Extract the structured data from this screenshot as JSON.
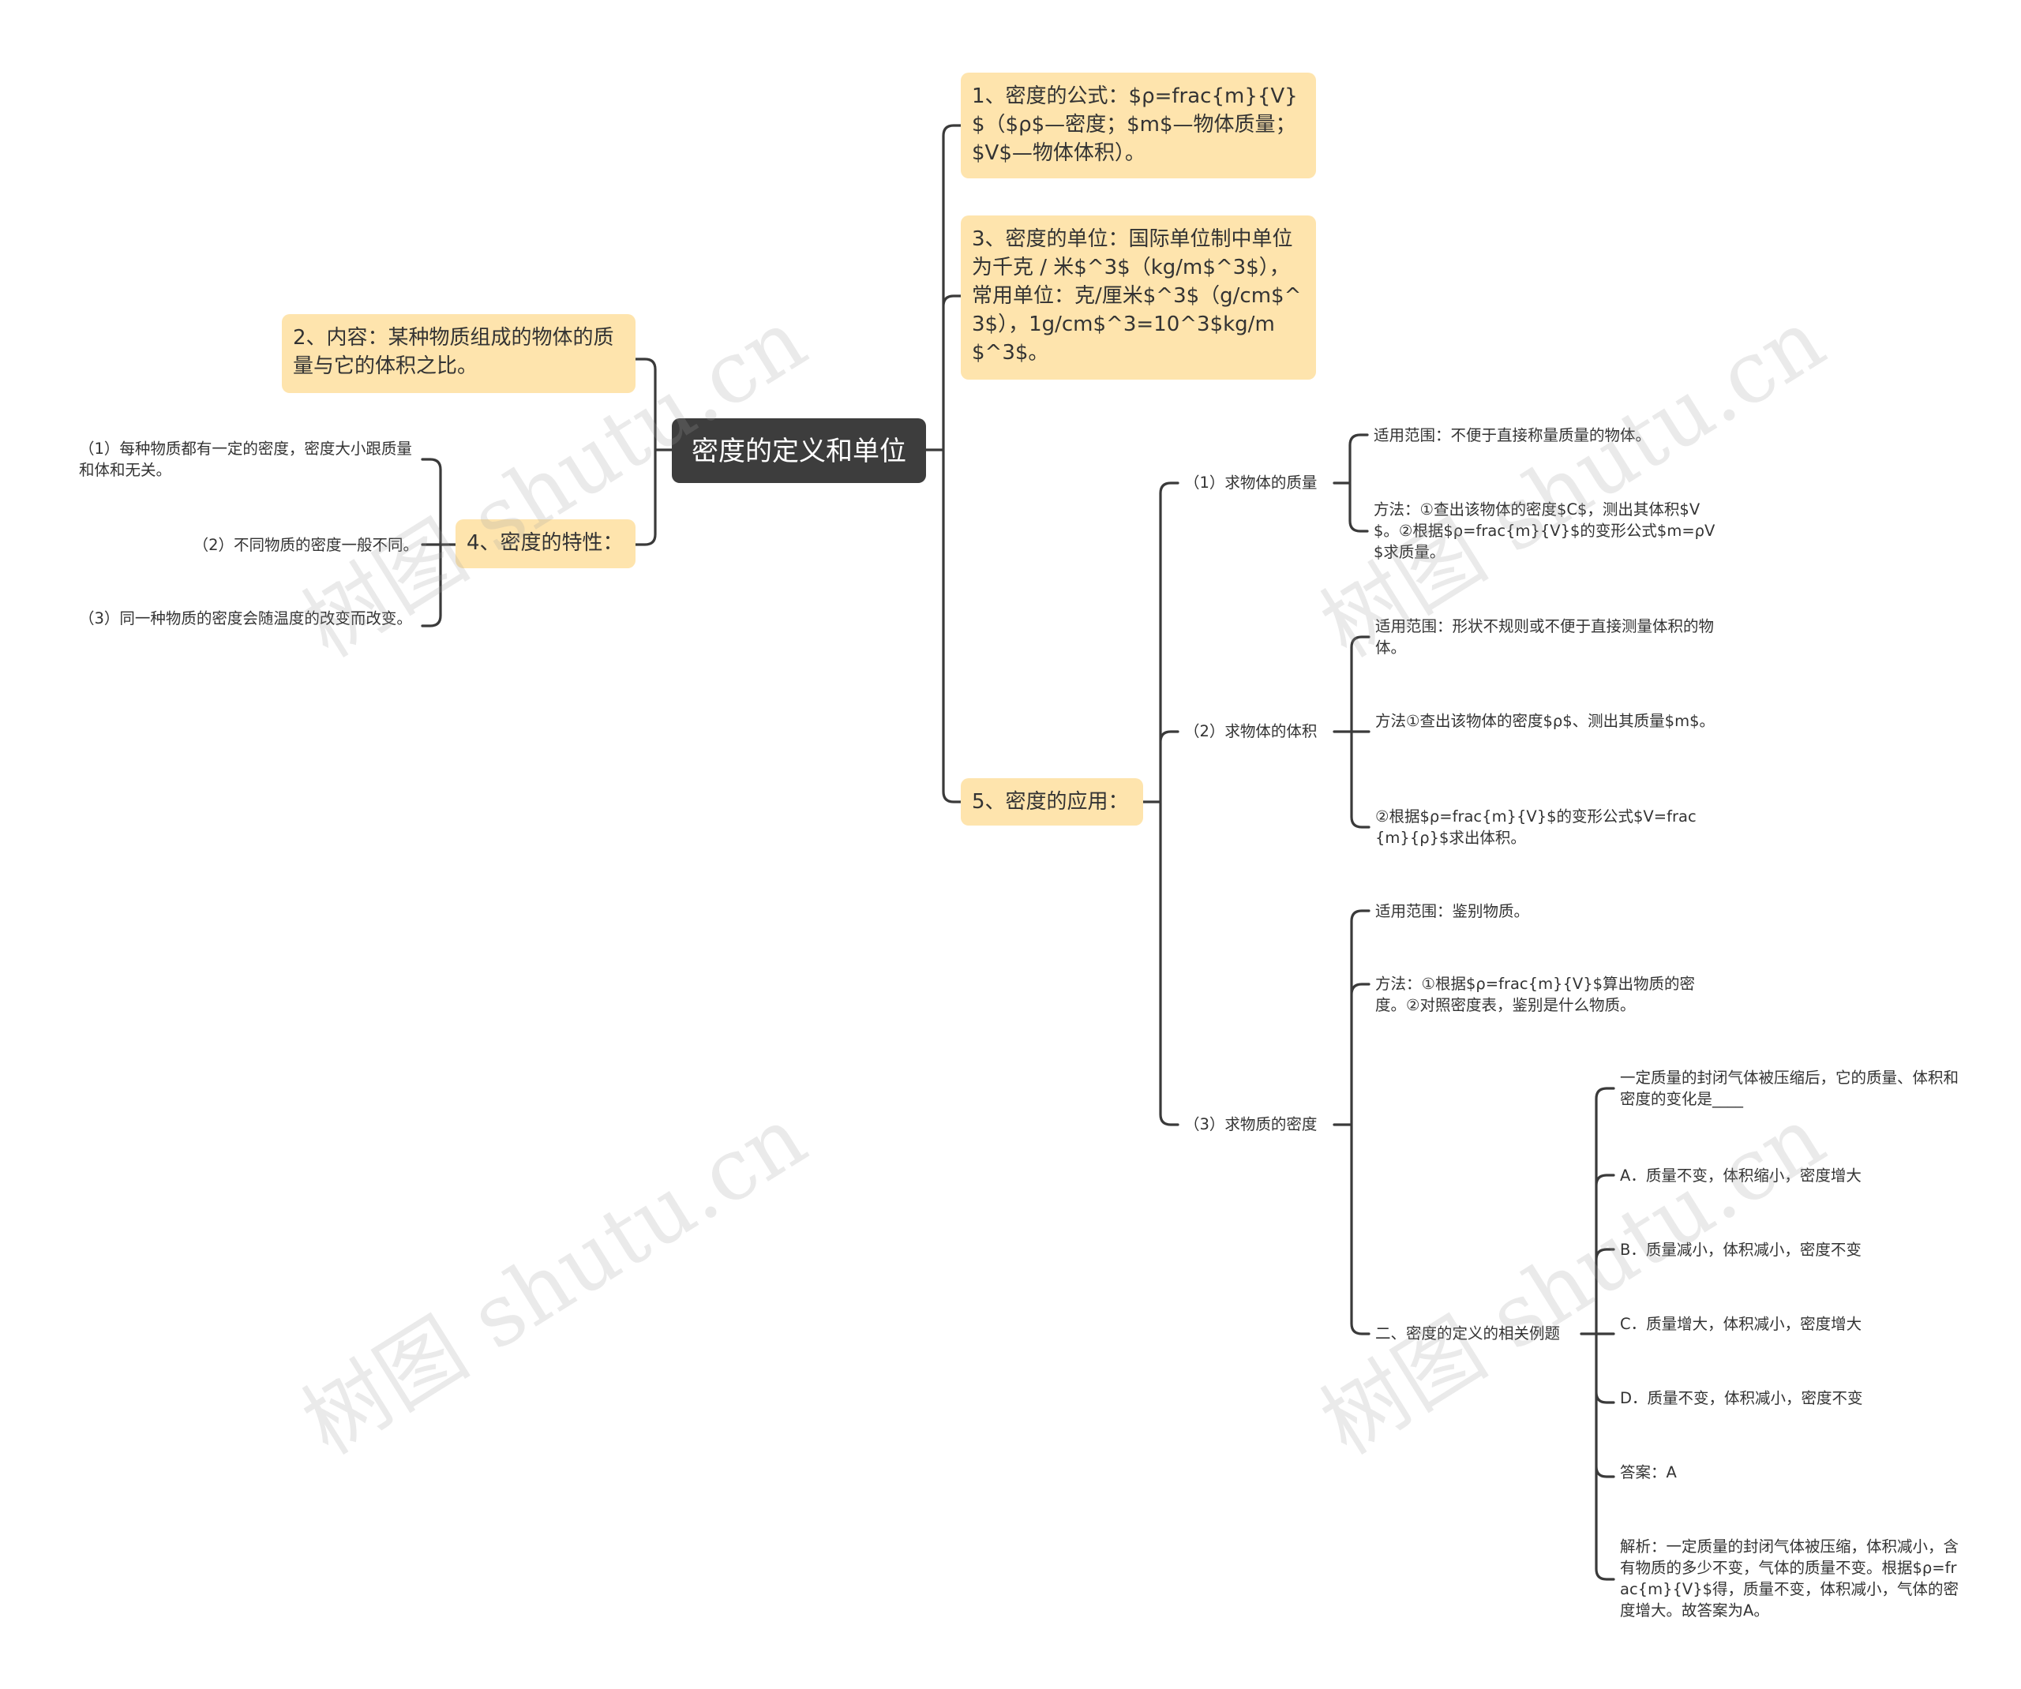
{
  "root": {
    "title": "密度的定义和单位"
  },
  "left": {
    "content": "2、内容：某种物质组成的物体的质量与它的体积之比。",
    "property": {
      "label": "4、密度的特性：",
      "items": [
        "（1）每种物质都有一定的密度，密度大小跟质量和体和无关。",
        "（2）不同物质的密度一般不同。",
        "（3）同一种物质的密度会随温度的改变而改变。"
      ]
    }
  },
  "right": {
    "formula": "1、密度的公式：$ρ=frac{m}{V}$（$ρ$—密度；$m$—物体质量；$V$—物体体积）。",
    "unit": "3、密度的单位：国际单位制中单位为千克 / 米$^3$（kg/m$^3$），常用单位：克/厘米$^3$（g/cm$^3$），1g/cm$^3=10^3$kg/m$^3$。",
    "application": {
      "label": "5、密度的应用：",
      "mass": {
        "label": "（1）求物体的质量",
        "items": [
          "适用范围：不便于直接称量质量的物体。",
          "方法：①查出该物体的密度$C$，测出其体积$V$。②根据$ρ=frac{m}{V}$的变形公式$m=ρV$求质量。"
        ]
      },
      "volume": {
        "label": "（2）求物体的体积",
        "items": [
          "适用范围：形状不规则或不便于直接测量体积的物体。",
          "方法①查出该物体的密度$ρ$、测出其质量$m$。",
          "②根据$ρ=frac{m}{V}$的变形公式$V=frac{m}{ρ}$求出体积。"
        ]
      },
      "density": {
        "label": "（3）求物质的密度",
        "items": [
          "适用范围：鉴别物质。",
          "方法：①根据$ρ=frac{m}{V}$算出物质的密度。②对照密度表，鉴别是什么物质。"
        ],
        "example": {
          "label": "二、密度的定义的相关例题",
          "items": [
            "一定质量的封闭气体被压缩后，它的质量、体积和密度的变化是____",
            "A．质量不变，体积缩小，密度增大",
            "B．质量减小，体积减小，密度不变",
            "C．质量增大，体积减小，密度增大",
            "D．质量不变，体积减小，密度不变",
            "答案：A",
            "解析：一定质量的封闭气体被压缩，体积减小，含有物质的多少不变，气体的质量不变。根据$ρ=frac{m}{V}$得，质量不变，体积减小，气体的密度增大。故答案为A。"
          ]
        }
      }
    }
  },
  "watermark": "树图 shutu.cn",
  "colors": {
    "root_bg": "#3d3d3d",
    "branch_bg": "#fee4ad",
    "line": "#3a3a3a"
  }
}
